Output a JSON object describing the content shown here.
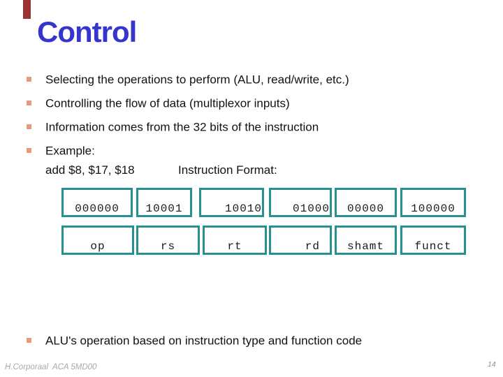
{
  "slide": {
    "title": "Control",
    "bullets": [
      "Selecting the operations to perform (ALU, read/write, etc.)",
      "Controlling the flow of data (multiplexor inputs)",
      "Information comes from the 32 bits of the instruction",
      "Example:"
    ],
    "example": {
      "code": "add $8, $17, $18",
      "format_label": "Instruction Format:"
    },
    "instruction_format": {
      "fields": [
        {
          "bits": "000000",
          "name": "op"
        },
        {
          "bits": "10001",
          "name": "rs"
        },
        {
          "bits": "10010",
          "name": "rt"
        },
        {
          "bits": "01000",
          "name": "rd"
        },
        {
          "bits": "00000",
          "name": "shamt"
        },
        {
          "bits": "100000",
          "name": "funct"
        }
      ]
    },
    "closing_bullet": "ALU's operation based on instruction type and function code",
    "footer": {
      "author": "H.Corporaal  ACA 5MD00",
      "page_number": "14"
    },
    "colors": {
      "title": "#3535cd",
      "bullet_marker": "#e59a7d",
      "table_border": "#279090",
      "accent_bar": "#993333",
      "footer_text": "#a8a8a8"
    }
  }
}
